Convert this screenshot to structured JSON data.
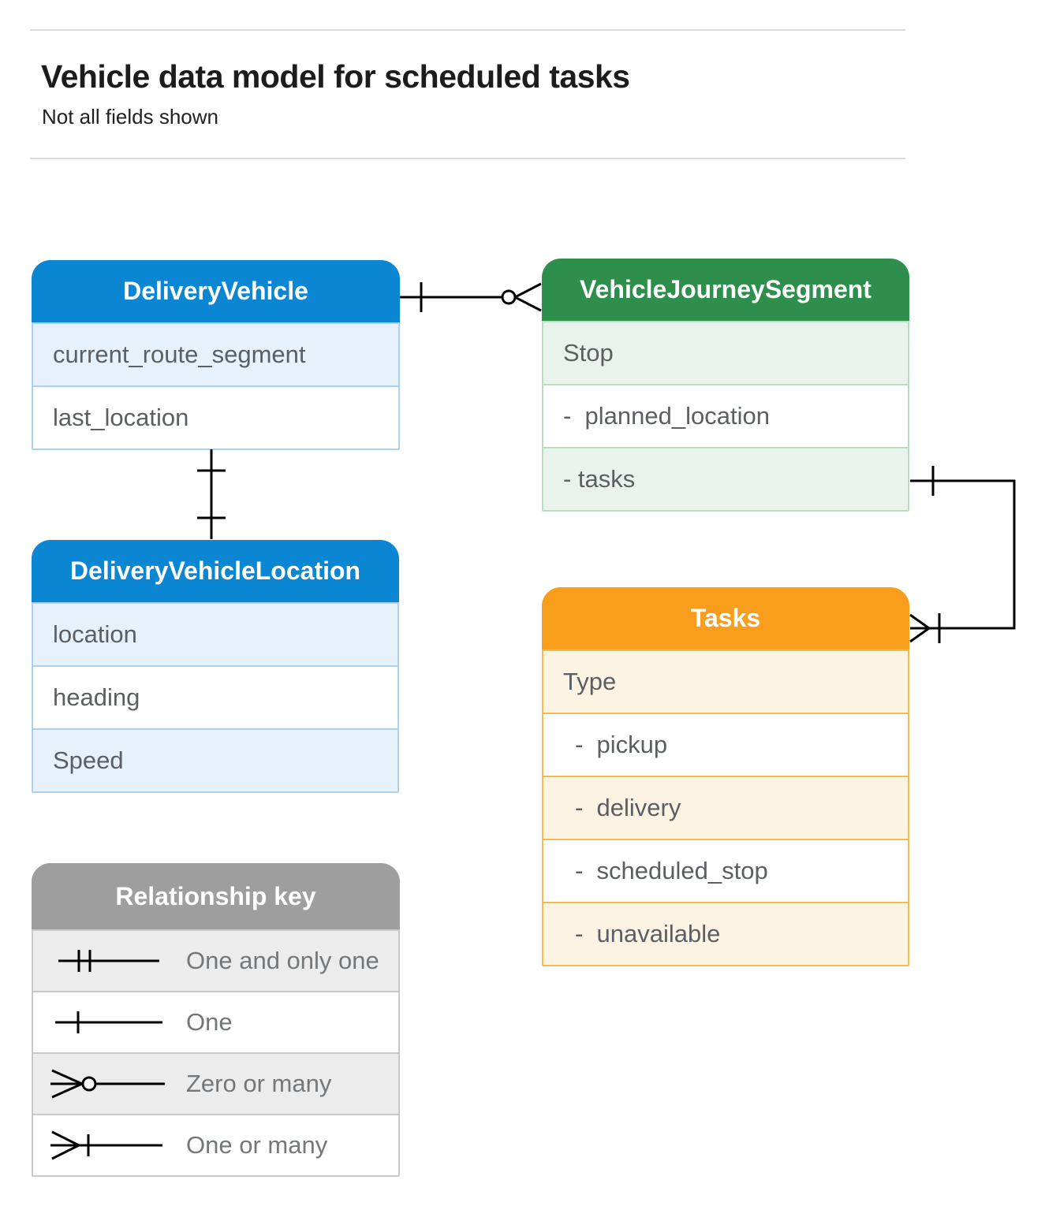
{
  "page": {
    "title": "Vehicle data model for scheduled tasks",
    "subtitle": "Not all fields shown"
  },
  "entities": [
    {
      "name": "DeliveryVehicle",
      "theme": "blue",
      "fields": [
        "current_route_segment",
        "last_location"
      ]
    },
    {
      "name": "VehicleJourneySegment",
      "theme": "green",
      "fields": [
        "Stop",
        "-  planned_location",
        "- tasks"
      ]
    },
    {
      "name": "DeliveryVehicleLocation",
      "theme": "blue",
      "fields": [
        "location",
        "heading",
        "Speed"
      ]
    },
    {
      "name": "Tasks",
      "theme": "orange",
      "fields": [
        "Type",
        "-  pickup",
        "-  delivery",
        "-  scheduled_stop",
        "-  unavailable"
      ]
    }
  ],
  "legend": {
    "title": "Relationship key",
    "items": [
      {
        "symbol": "one-and-only-one",
        "label": "One and only one"
      },
      {
        "symbol": "one",
        "label": "One"
      },
      {
        "symbol": "zero-or-many",
        "label": "Zero or many"
      },
      {
        "symbol": "one-or-many",
        "label": "One or many"
      }
    ]
  },
  "relationships": [
    {
      "from": "DeliveryVehicle",
      "to": "VehicleJourneySegment",
      "from_cardinality": "one",
      "to_cardinality": "zero-or-many"
    },
    {
      "from": "DeliveryVehicle",
      "to": "DeliveryVehicleLocation",
      "from_cardinality": "one",
      "to_cardinality": "one"
    },
    {
      "from": "VehicleJourneySegment.tasks",
      "to": "Tasks",
      "from_cardinality": "one",
      "to_cardinality": "one-or-many"
    }
  ],
  "colors": {
    "blue": "#0b86d3",
    "blueBorder": "#a9d2f2",
    "blueFill": "#e7f1fb",
    "green": "#2e8f4d",
    "greenBorder": "#b7dec1",
    "greenFill": "#e9f3eb",
    "orange": "#f89e1c",
    "orangeBorder": "#f6bb4a",
    "orangeFill": "#fdf3e3",
    "gray": "#9e9e9e",
    "grayBorder": "#c8c8c8",
    "grayFill": "#ececec",
    "connectorLine": "#000000",
    "fieldText": "#5b5f63",
    "legendText": "#74777a",
    "divider": "#d9d9d9"
  }
}
